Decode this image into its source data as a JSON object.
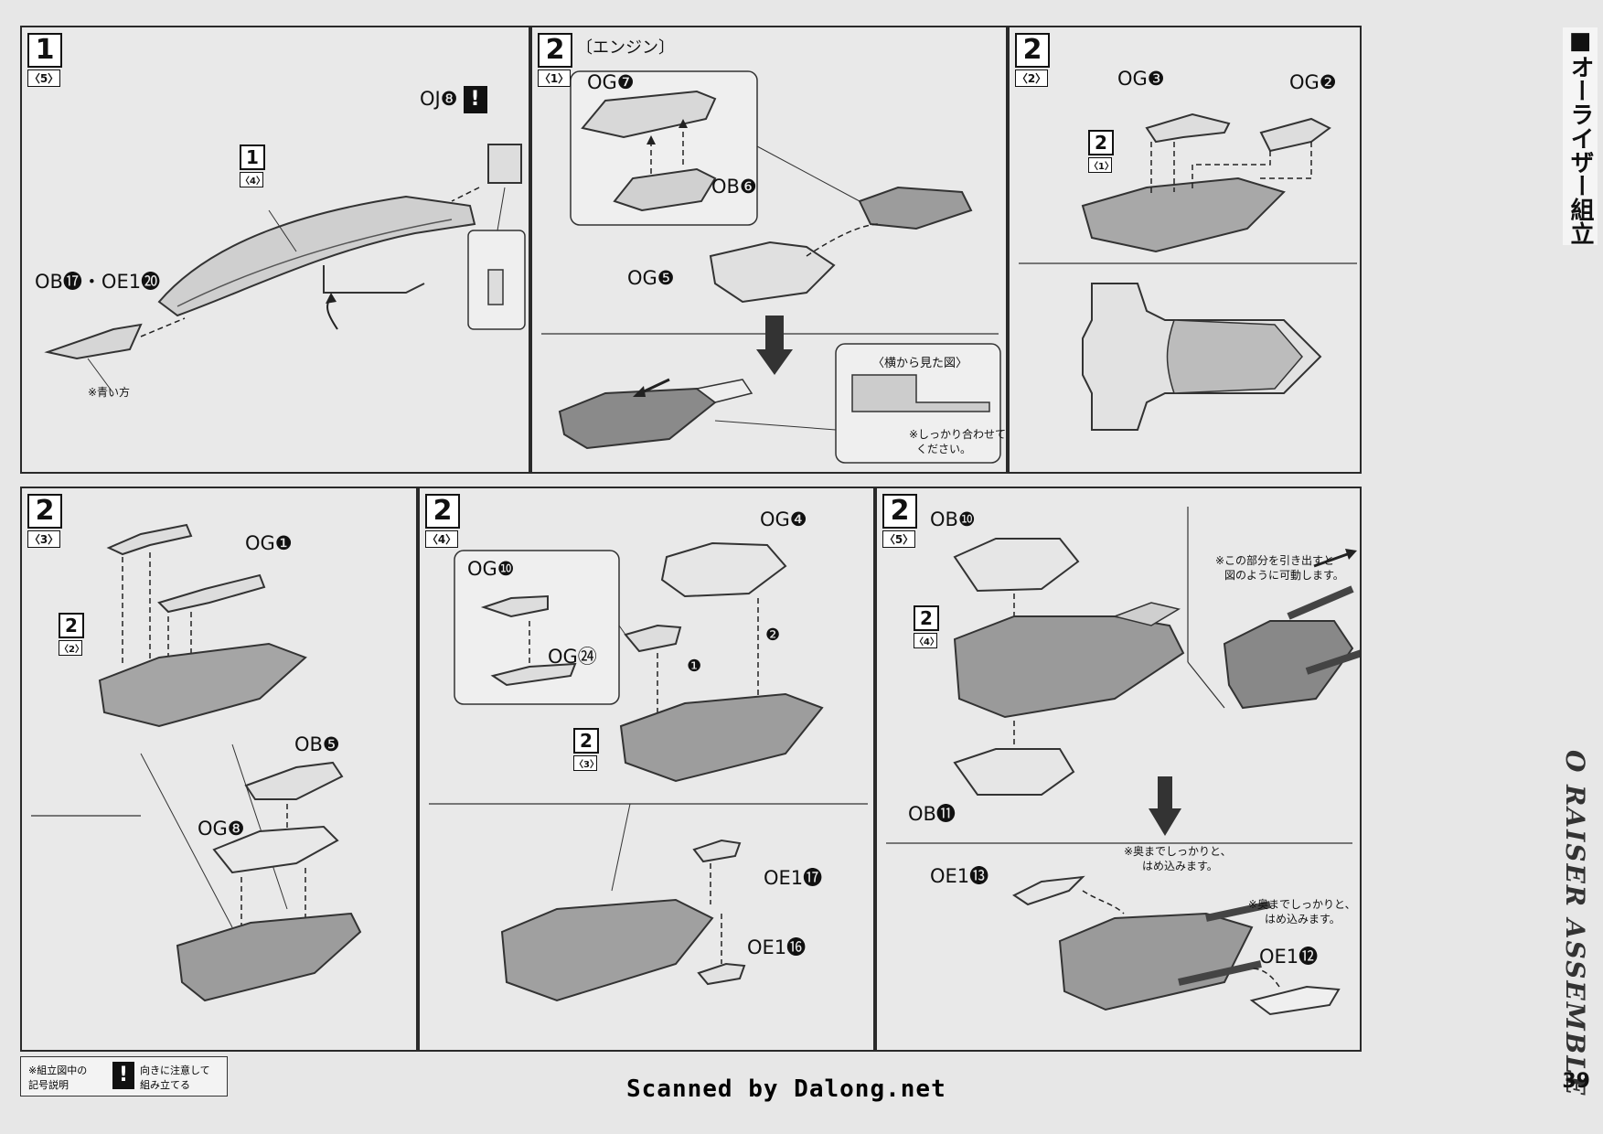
{
  "sidebar": {
    "title_ja": "■オーライザー組立",
    "title_en": "O RAISER ASSEMBLE",
    "page_number": "39"
  },
  "footer": {
    "scanned": "Scanned by Dalong.net",
    "legend_title_1": "※組立図中の",
    "legend_title_2": "記号説明",
    "legend_symbol": "!",
    "legend_desc_1": "向きに注意して",
    "legend_desc_2": "組み立てる"
  },
  "step1": {
    "num": "1",
    "sub": "〈5〉",
    "inner_num": "1",
    "inner_sub": "〈4〉",
    "part_oj": "OJ❽",
    "part_ob": "OB⓱・OE1⓴",
    "note": "※青い方",
    "warn": "!"
  },
  "step2_1": {
    "num": "2",
    "sub": "〈1〉",
    "title": "〔エンジン〕",
    "og7": "OG❼",
    "ob6": "OB❻",
    "og5": "OG❺",
    "side_view": "〈横から見た図〉",
    "note_1": "※しっかり合わせて",
    "note_2": "ください。"
  },
  "step2_2": {
    "num": "2",
    "sub": "〈2〉",
    "og3": "OG❸",
    "og2": "OG❷",
    "inner_num": "2",
    "inner_sub": "〈1〉"
  },
  "step2_3": {
    "num": "2",
    "sub": "〈3〉",
    "og1": "OG❶",
    "inner_num": "2",
    "inner_sub": "〈2〉",
    "ob5": "OB❺",
    "og8": "OG❽"
  },
  "step2_4": {
    "num": "2",
    "sub": "〈4〉",
    "og4": "OG❹",
    "og10": "OG❿",
    "og24": "OG㉔",
    "inner_num": "2",
    "inner_sub": "〈3〉",
    "oe17": "OE1⓱",
    "oe16": "OE1⓰",
    "mark1": "❶",
    "mark2": "❷"
  },
  "step2_5": {
    "num": "2",
    "sub": "〈5〉",
    "ob10": "OB❿",
    "ob11": "OB⓫",
    "inner_num": "2",
    "inner_sub": "〈4〉",
    "movable_1": "※この部分を引き出すと",
    "movable_2": "図のように可動します。",
    "oe13": "OE1⓭",
    "oe12": "OE1⓬",
    "press_1": "※奥までしっかりと、",
    "press_2": "はめ込みます。",
    "press_3": "※奥までしっかりと、",
    "press_4": "はめ込みます。"
  }
}
